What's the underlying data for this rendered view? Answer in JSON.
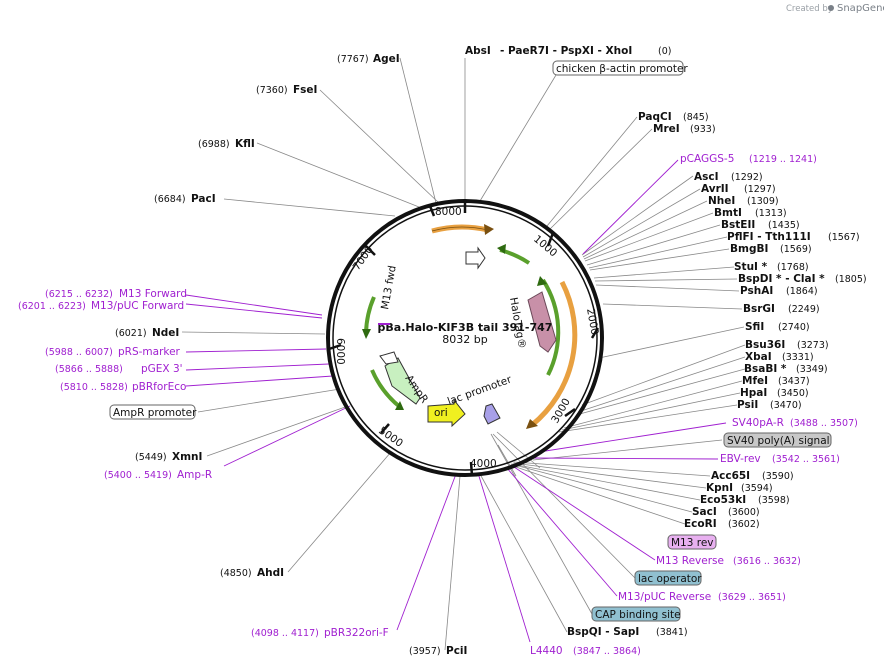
{
  "credit": {
    "created_by": "Created by",
    "brand": "SnapGene"
  },
  "plasmid": {
    "name": "pBa.Halo-KIF3B tail 391-747",
    "length": "8032 bp"
  },
  "ticks": [
    "1000",
    "2000",
    "3000",
    "4000",
    "5000",
    "6000",
    "7000",
    "8000"
  ],
  "enzymes": [
    {
      "pos": "(0)",
      "name": "AbsI",
      "extra": "- PaeR7I   - PspXI   - XhoI"
    },
    {
      "pos": "(7767)",
      "name": "AgeI"
    },
    {
      "pos": "(7360)",
      "name": "FseI"
    },
    {
      "pos": "(6988)",
      "name": "KflI"
    },
    {
      "pos": "(6684)",
      "name": "PacI"
    },
    {
      "pos": "(845)",
      "name": "PaqCI"
    },
    {
      "pos": "(933)",
      "name": "MreI"
    },
    {
      "pos": "(1292)",
      "name": "AscI"
    },
    {
      "pos": "(1297)",
      "name": "AvrII"
    },
    {
      "pos": "(1309)",
      "name": "NheI"
    },
    {
      "pos": "(1313)",
      "name": "BmtI"
    },
    {
      "pos": "(1435)",
      "name": "BstEII"
    },
    {
      "pos": "(1567)",
      "name": "PflFI   - Tth111I"
    },
    {
      "pos": "(1569)",
      "name": "BmgBI"
    },
    {
      "pos": "(1768)",
      "name": "StuI *"
    },
    {
      "pos": "(1805)",
      "name": "BspDI * - ClaI *"
    },
    {
      "pos": "(1864)",
      "name": "PshAI"
    },
    {
      "pos": "(2249)",
      "name": "BsrGI"
    },
    {
      "pos": "(2740)",
      "name": "SfiI"
    },
    {
      "pos": "(3273)",
      "name": "Bsu36I"
    },
    {
      "pos": "(3331)",
      "name": "XbaI"
    },
    {
      "pos": "(3349)",
      "name": "BsaBI *"
    },
    {
      "pos": "(3437)",
      "name": "MfeI"
    },
    {
      "pos": "(3450)",
      "name": "HpaI"
    },
    {
      "pos": "(3470)",
      "name": "PsiI"
    },
    {
      "pos": "(3590)",
      "name": "Acc65I"
    },
    {
      "pos": "(3594)",
      "name": "KpnI"
    },
    {
      "pos": "(3598)",
      "name": "Eco53kI"
    },
    {
      "pos": "(3600)",
      "name": "SacI"
    },
    {
      "pos": "(3602)",
      "name": "EcoRI"
    },
    {
      "pos": "(3841)",
      "name": "BspQI - SapI"
    },
    {
      "pos": "(3957)",
      "name": "PciI"
    },
    {
      "pos": "(4850)",
      "name": "AhdI"
    },
    {
      "pos": "(5449)",
      "name": "XmnI"
    },
    {
      "pos": "(6021)",
      "name": "NdeI"
    }
  ],
  "primers": [
    {
      "name": "pCAGGS-5",
      "range": "(1219 .. 1241)"
    },
    {
      "name": "SV40pA-R",
      "range": "(3488 .. 3507)"
    },
    {
      "name": "EBV-rev",
      "range": "(3542 .. 3561)"
    },
    {
      "name": "M13 Reverse",
      "range": "(3616 .. 3632)"
    },
    {
      "name": "M13/pUC Reverse",
      "range": "(3629 .. 3651)"
    },
    {
      "name": "L4440",
      "range": "(3847 .. 3864)"
    },
    {
      "name": "pBR322ori-F",
      "range": "(4098 .. 4117)"
    },
    {
      "name": "Amp-R",
      "range": "(5400 .. 5419)"
    },
    {
      "name": "pBRforEco",
      "range": "(5810 .. 5828)"
    },
    {
      "name": "pGEX 3'",
      "range": "(5866 .. 5888)"
    },
    {
      "name": "pRS-marker",
      "range": "(5988 .. 6007)"
    },
    {
      "name": "M13/pUC Forward",
      "range": "(6201 .. 6223)"
    },
    {
      "name": "M13 Forward",
      "range": "(6215 .. 6232)"
    }
  ],
  "boxed_features": [
    {
      "name": "chicken β-actin promoter"
    },
    {
      "name": "SV40 poly(A) signal"
    },
    {
      "name": "M13 rev"
    },
    {
      "name": "lac operator"
    },
    {
      "name": "CAP binding site"
    },
    {
      "name": "AmpR promoter"
    }
  ],
  "inner_features": [
    {
      "name": "HaloTag®"
    },
    {
      "name": "M13 fwd"
    },
    {
      "name": "AmpR"
    },
    {
      "name": "ori"
    },
    {
      "name": "lac promoter"
    }
  ],
  "colors": {
    "backbone": "#111111",
    "primer": "#a020d0",
    "orange_feature": "#e8a040",
    "green_feature": "#5aa02c",
    "halotag": "#c890a8",
    "ampr": "#c8f0c0",
    "ori": "#f0f020",
    "sv40_box": "#c8c8c8",
    "m13rev_box": "#e8b0f0",
    "lacop_box": "#90c0d0"
  }
}
